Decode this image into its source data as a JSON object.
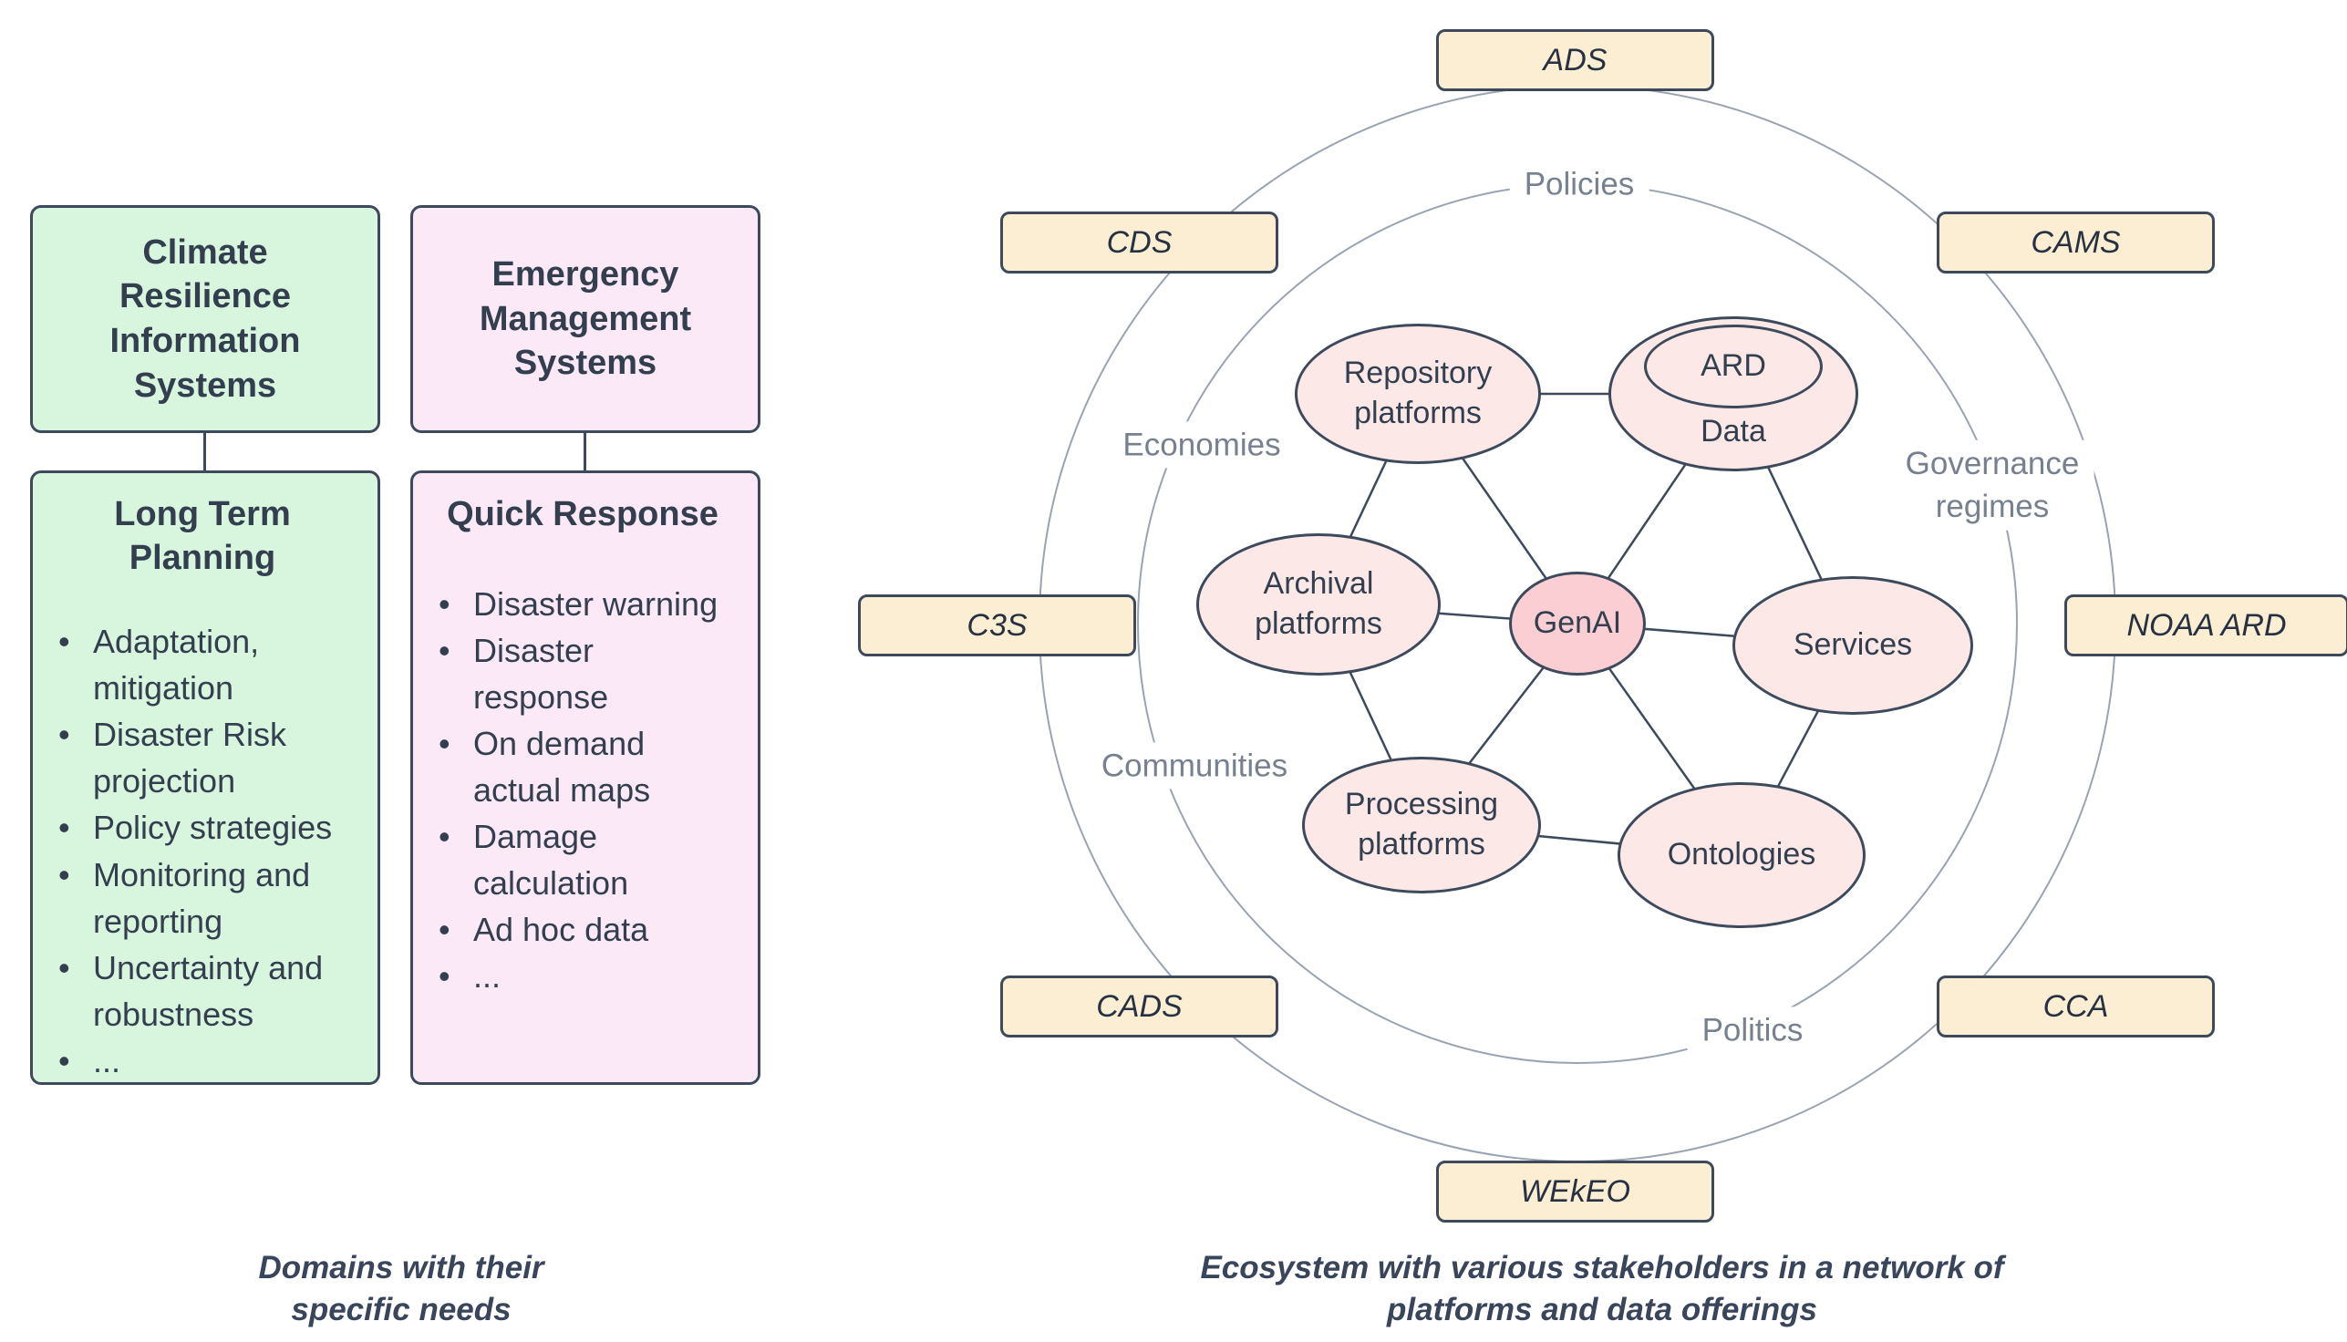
{
  "colors": {
    "green_fill": "#d8f6de",
    "pink_fill": "#fbe9f7",
    "cream_fill": "#fbeed2",
    "node_fill": "#fce9e7",
    "genai_fill": "#fbced3",
    "stroke_dark": "#3d4a5c",
    "ring_gray": "#9aa3b2",
    "label_gray": "#76808f",
    "text_dark": "#333f4f"
  },
  "left_panel": {
    "caption": "Domains with their\nspecific needs",
    "columns": [
      {
        "system_title": "Climate\nResilience\nInformation\nSystems",
        "need_title": "Long Term\nPlanning",
        "needs": [
          "Adaptation,\nmitigation",
          "Disaster Risk\nprojection",
          "Policy strategies",
          "Monitoring and\nreporting",
          "Uncertainty and\nrobustness",
          "..."
        ]
      },
      {
        "system_title": "Emergency\nManagement\nSystems",
        "need_title": "Quick Response",
        "needs": [
          "Disaster warning",
          "Disaster\nresponse",
          "On demand\nactual maps",
          "Damage\ncalculation",
          "Ad hoc data",
          "..."
        ]
      }
    ]
  },
  "ecosystem": {
    "caption": "Ecosystem with various stakeholders in a network of\nplatforms and data offerings",
    "ring_labels": {
      "policies": "Policies",
      "economies": "Economies",
      "governance": "Governance\nregimes",
      "communities": "Communities",
      "politics": "Politics"
    },
    "stakeholders": [
      "ADS",
      "CDS",
      "CAMS",
      "C3S",
      "NOAA ARD",
      "CADS",
      "CCA",
      "WEkEO"
    ],
    "network": {
      "genai": "GenAI",
      "repository": "Repository\nplatforms",
      "ard": "ARD",
      "ard_data": "Data",
      "archival": "Archival\nplatforms",
      "services": "Services",
      "processing": "Processing\nplatforms",
      "ontologies": "Ontologies"
    }
  }
}
